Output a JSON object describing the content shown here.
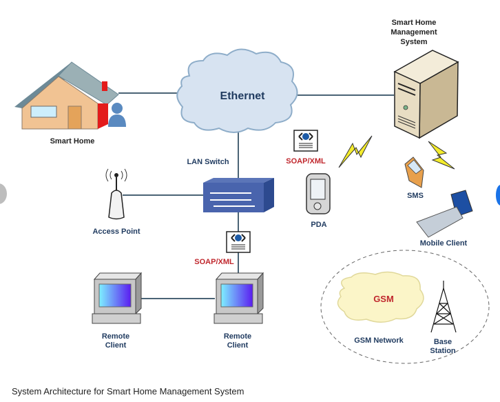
{
  "nodes": {
    "smart_home": "Smart Home",
    "ethernet": "Ethernet",
    "management_system": [
      "Smart Home",
      "Management",
      "System"
    ],
    "lan_switch": "LAN Switch",
    "access_point": "Access Point",
    "soap_top": "SOAP/XML",
    "soap_mid": "SOAP/XML",
    "pda": "PDA",
    "sms": "SMS",
    "mobile_client": "Mobile Client",
    "remote_client_1": [
      "Remote",
      "Client"
    ],
    "remote_client_2": [
      "Remote",
      "Client"
    ],
    "gsm": "GSM",
    "gsm_network": "GSM Network",
    "base_station": [
      "Base",
      "Station"
    ]
  },
  "caption": "System Architecture for Smart Home Management System",
  "colors": {
    "label_blue": "#1f3a5f",
    "label_red": "#c0272d",
    "ethernet_cloud": "#d7e3f1",
    "gsm_cloud": "#fbf5c8",
    "line": "#4a6375"
  }
}
